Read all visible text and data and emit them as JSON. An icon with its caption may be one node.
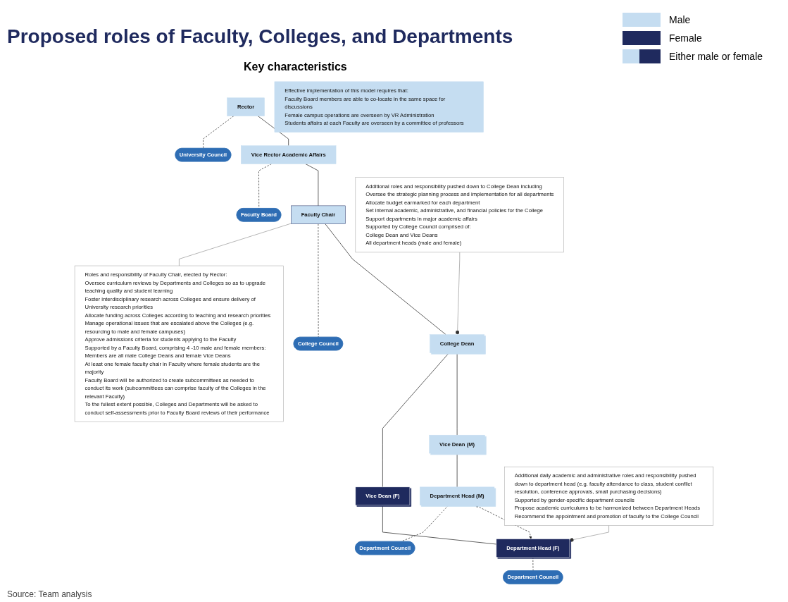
{
  "diagram": {
    "title": "Proposed roles of Faculty, Colleges, and Departments",
    "caption": "Source: Team analysis",
    "nodes": [
      {
        "text": [
          "Rector"
        ]
      },
      {
        "text": [
          "University Council"
        ]
      },
      {
        "text": [
          "Vice Rector Academic Affairs"
        ]
      },
      {
        "text": [
          "Faculty Board"
        ]
      },
      {
        "text": [
          "Faculty Chair"
        ]
      },
      {
        "text": [
          "College Council"
        ]
      },
      {
        "text": [
          "College Dean"
        ]
      },
      {
        "text": [
          "Vice Dean (M)"
        ]
      },
      {
        "text": [
          "Vice Dean (F)"
        ]
      },
      {
        "text": [
          "Department Head (M)"
        ]
      },
      {
        "text": [
          "Department Head (F)"
        ]
      },
      {
        "text": [
          "Department Council"
        ]
      },
      {
        "text": [
          "Department Council"
        ]
      },
      {
        "text": [
          "Roles and responsibility of Faculty Chair, elected by Rector:",
          "Oversee curriculum reviews by Departments and Colleges so as to upgrade teaching quality and student learning",
          "Foster interdisciplinary research across Colleges and ensure delivery of University research priorities",
          "Allocate funding across Colleges according to teaching and research priorities",
          "Manage operational issues that are escalated above the Colleges (e.g. resourcing to male and female campuses)",
          "Approve admissions criteria for students applying to the Faculty",
          "Supported by a Faculty Board, comprising 4 -10 male and female members:",
          "Members are all male College Deans and female Vice Deans",
          "At least one female faculty chair in Faculty where female students are the majority",
          "Faculty Board will be authorized to create subcommittees as needed to conduct its work (subcommittees can comprise faculty of the Colleges in the relevant Faculty)",
          "To the fullest extent possible, Colleges and Departments will be asked to conduct self-assessments prior to Faculty Board reviews of their performance"
        ]
      },
      {
        "text": [
          "Additional roles and responsibility pushed down to College Dean including",
          "Oversee the strategic planning process and implementation for all departments",
          "Allocate budget earmarked for each department",
          "Set internal academic, administrative, and financial policies for the College",
          "Support departments in major academic affairs",
          "Supported by College Council comprised of:",
          "College Dean and Vice Deans",
          "All department heads (male and female)"
        ]
      },
      {
        "text": [
          "Additional daily academic and administrative roles and responsibility pushed down to department head (e.g. faculty attendance to class, student conflict resolution, conference approvals, small purchasing decisions)",
          "Supported by gender-specific department councils",
          "Propose academic curriculums to be harmonized between Department Heads",
          "Recommend the appointment and promotion of faculty to the College Council"
        ]
      },
      {
        "text": [
          "Effective implementation of this model requires that:",
          "Faculty Board members are able to co-locate in the same space for discussions",
          "Female campus operations are overseen by VR Administration",
          "Students affairs at each Faculty are overseen by a committee of professors"
        ]
      }
    ],
    "edges": [
      {
        "from": 0,
        "to": 2,
        "arrow": "none"
      },
      {
        "from": 0,
        "to": 1,
        "arrow": "none",
        "style": "dashed"
      },
      {
        "from": 2,
        "to": 4,
        "arrow": "none"
      },
      {
        "from": 2,
        "to": 3,
        "arrow": "none",
        "style": "dashed"
      },
      {
        "from": 4,
        "to": 6,
        "arrow": "none"
      },
      {
        "from": 4,
        "to": 5,
        "arrow": "none",
        "style": "dashed"
      },
      {
        "from": 4,
        "to": 13,
        "arrow": "none",
        "color": "#999999"
      },
      {
        "from": 6,
        "to": 14,
        "arrow": "other",
        "color": "#999999"
      },
      {
        "from": 6,
        "to": 7,
        "arrow": "none"
      },
      {
        "from": 6,
        "to": 8,
        "arrow": "none"
      },
      {
        "from": 7,
        "to": 9,
        "arrow": "none"
      },
      {
        "from": 8,
        "to": 10,
        "arrow": "none"
      },
      {
        "from": 9,
        "to": 10,
        "arrow": "both",
        "style": "dashed"
      },
      {
        "from": 10,
        "to": 15,
        "arrow": "other",
        "color": "#999999"
      },
      {
        "from": 9,
        "to": 11,
        "arrow": "none",
        "style": "dashed"
      },
      {
        "from": 10,
        "to": 12,
        "arrow": "none",
        "style": "dashed"
      }
    ],
    "labels": [
      "Key characteristics"
    ],
    "legend": [
      {
        "text": "Male",
        "color": "#c5ddf1"
      },
      {
        "text": "Female",
        "color": "#1f2a5e"
      },
      {
        "text": "Either male or female"
      }
    ]
  }
}
